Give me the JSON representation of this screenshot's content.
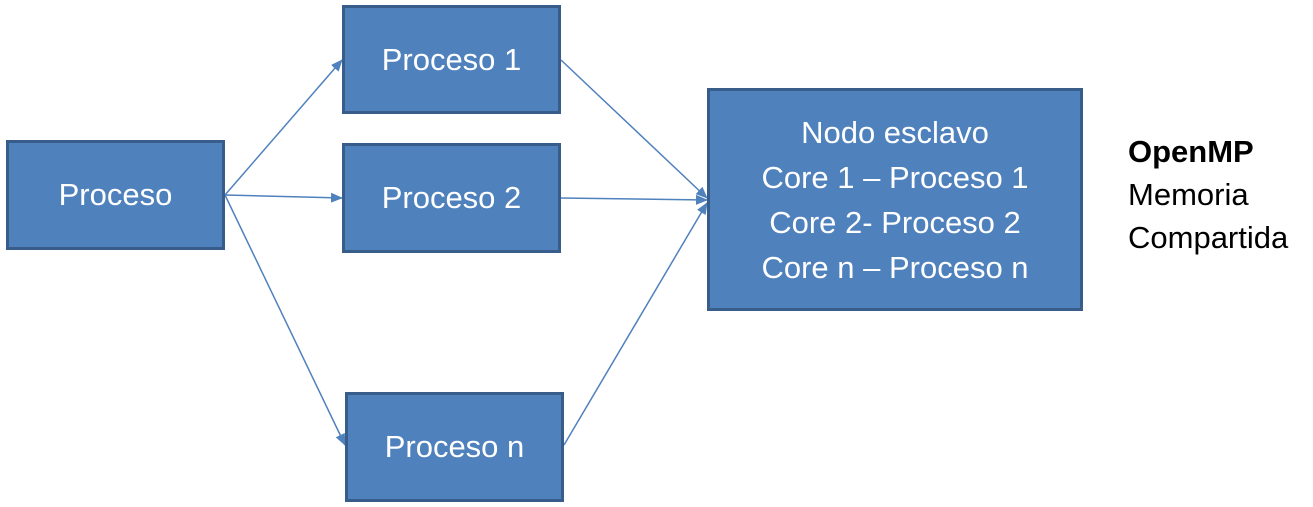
{
  "nodes": {
    "source": {
      "label": "Proceso"
    },
    "process_1": {
      "label": "Proceso 1"
    },
    "process_2": {
      "label": "Proceso 2"
    },
    "process_n": {
      "label": "Proceso n"
    },
    "slave_node": {
      "lines": [
        "Nodo esclavo",
        "Core 1 – Proceso 1",
        "Core 2- Proceso 2",
        "Core n – Proceso n"
      ]
    }
  },
  "side_note": {
    "title": "OpenMP",
    "lines": [
      "Memoria",
      "Compartida"
    ]
  },
  "colors": {
    "box_fill": "#4f81bd",
    "box_border": "#385d8a",
    "arrow": "#4f81bd",
    "text_on_box": "#ffffff"
  }
}
